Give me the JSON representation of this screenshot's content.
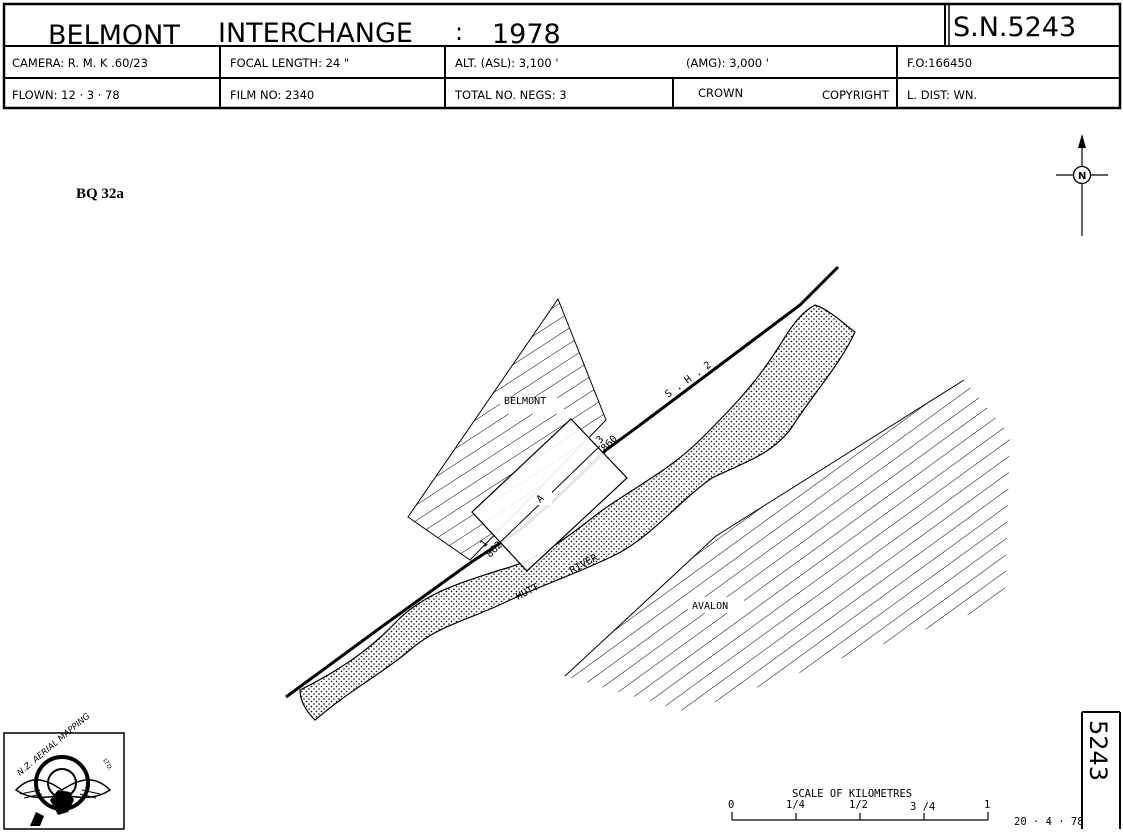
{
  "header": {
    "title": "BELMONT",
    "title2": "INTERCHANGE",
    "colon": ":",
    "year": "1978",
    "sn": "S.N.5243",
    "camera": "CAMERA: R. M. K .60/23",
    "focal_length": "FOCAL LENGTH: 24 \"",
    "alt_asl": "ALT. (ASL): 3,100 '",
    "amg": "(AMG): 3,000 '",
    "fo": "F.O:166450",
    "flown": "FLOWN: 12 · 3 · 78",
    "film_no": "FILM NO: 2340",
    "total_negs": "TOTAL NO. NEGS: 3",
    "crown": "CROWN",
    "copyright": "COPYRIGHT",
    "l_dist": "L. DIST: WN."
  },
  "sheet_label": "BQ 32a",
  "north_arrow": "N",
  "map": {
    "belmont": "BELMONT",
    "avalon": "AVALON",
    "sh2": "S . H . 2",
    "hutt": "HUTT",
    "river": "RIVER",
    "frame_letter": "A",
    "neg_top_num": "3",
    "neg_top_code": "860",
    "neg_bottom_num": "1",
    "neg_bottom_code": "862"
  },
  "scale": {
    "title": "SCALE OF KILOMETRES",
    "ticks": [
      "0",
      "1/4",
      "1/2",
      "3 /4",
      "1"
    ]
  },
  "date_stamp": "20 · 4 · 78",
  "side_number": "5243",
  "logo": {
    "text": "N.Z. AERIAL MAPPING",
    "sub": "LTD."
  },
  "colors": {
    "ink": "#000000",
    "paper": "#ffffff"
  }
}
